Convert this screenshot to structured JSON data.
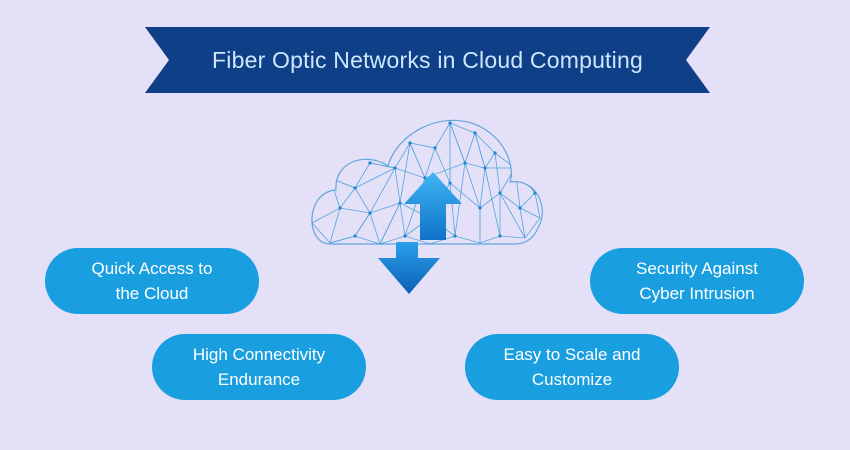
{
  "title": "Fiber Optic Networks in Cloud Computing",
  "colors": {
    "background": "#e3e0f8",
    "banner": "#0f3f86",
    "pill": "#199fdf",
    "arrow": "#1a8fe0",
    "mesh": "#3a9ad6"
  },
  "icons": [
    "cloud-network-icon",
    "arrow-up-icon",
    "arrow-down-icon"
  ],
  "benefits": [
    {
      "label": "Quick Access to\nthe Cloud"
    },
    {
      "label": "High Connectivity\nEndurance"
    },
    {
      "label": "Easy to Scale and\nCustomize"
    },
    {
      "label": "Security Against\nCyber Intrusion"
    }
  ]
}
